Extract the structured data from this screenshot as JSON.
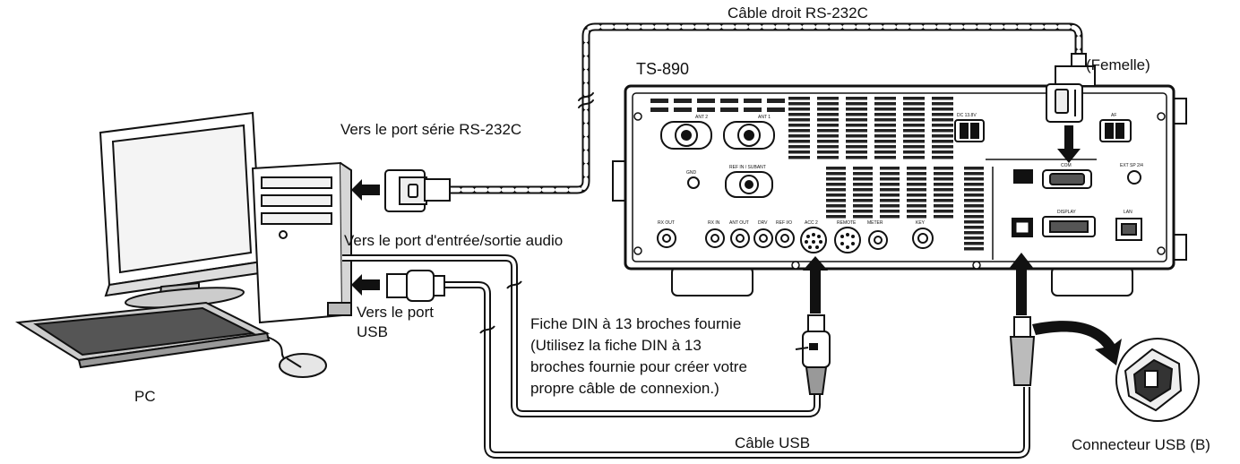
{
  "labels": {
    "rs232_cable": "Câble droit RS-232C",
    "radio_model": "TS-890",
    "female": "(Femelle)",
    "serial_port": "Vers le port série RS-232C",
    "audio_port": "Vers le port d'entrée/sortie audio",
    "usb_port_line1": "Vers le port",
    "usb_port_line2": "USB",
    "pc": "PC",
    "din_line1": "Fiche DIN à 13 broches fournie",
    "din_line2": "(Utilisez la fiche DIN à 13",
    "din_line3": "broches fournie pour créer votre",
    "din_line4": "propre câble de connexion.)",
    "usb_cable": "Câble USB",
    "usb_connector": "Connecteur USB (B)"
  },
  "panel_labels": {
    "ant2": "ANT 2",
    "ant1": "ANT 1",
    "dc": "DC 13.8V",
    "gnd": "GND",
    "rx_ant": "REF IN / SUBANT",
    "com": "COM",
    "ext_sp": "EXT SP 2/4",
    "rx_out": "RX OUT",
    "rx_in": "RX IN",
    "ant_out": "ANT OUT",
    "drv": "DRV",
    "ref_io": "REF I/O",
    "acc2": "ACC 2",
    "remote": "REMOTE",
    "meter": "METER",
    "key": "KEY",
    "display": "DISPLAY",
    "lan": "LAN",
    "af": "AF"
  },
  "icons": [
    "pc-tower-icon",
    "monitor-icon",
    "keyboard-icon",
    "mouse-icon",
    "radio-panel-icon",
    "db9-connector-icon",
    "usb-plug-icon",
    "din-plug-icon",
    "usb-b-connector-icon",
    "arrow-icon"
  ]
}
